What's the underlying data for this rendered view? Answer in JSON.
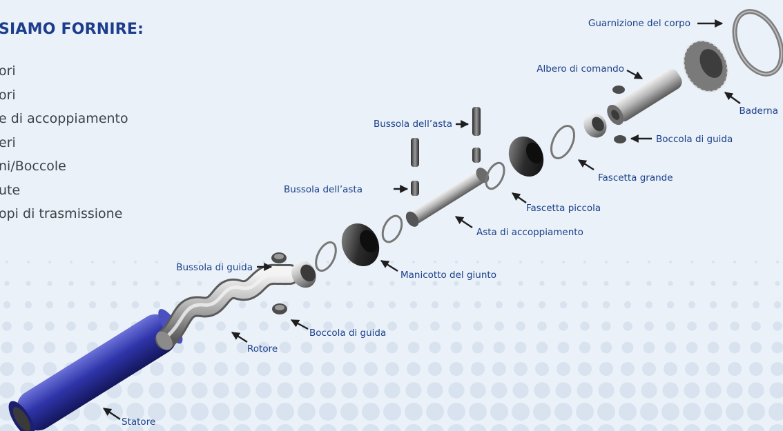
{
  "heading": "SIAMO FORNIRE:",
  "list_items": [
    "ori",
    "ori",
    "e di accoppiamento",
    "eri",
    "ni/Boccole",
    "ute",
    "opi di trasmissione"
  ],
  "labels": {
    "guarnizione": "Guarnizione del corpo",
    "albero": "Albero di comando",
    "baderna": "Baderna",
    "boccola_top": "Boccola di guida",
    "bussola_asta_top": "Bussola dell’asta",
    "fascetta_grande": "Fascetta grande",
    "bussola_asta_mid": "Bussola dell’asta",
    "fascetta_piccola": "Fascetta piccola",
    "asta": "Asta di accoppiamento",
    "bussola_guida": "Bussola di guida",
    "manicotto": "Manicotto del giunto",
    "boccola_bottom": "Boccola di guida",
    "rotore": "Rotore",
    "statore": "Statore"
  },
  "colors": {
    "label_text": "#1a3f8a",
    "heading_text": "#1d3c8c",
    "statore_blue": "#2a2f9a",
    "background": "#eaf1f8",
    "dot": "#d8e3ef",
    "arrow": "#1e1e1e"
  }
}
